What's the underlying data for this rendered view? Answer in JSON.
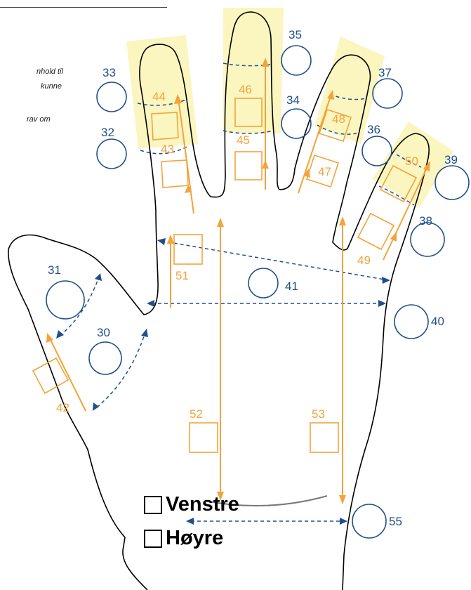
{
  "notes": [
    "nhold til",
    "kunne",
    "rav om"
  ],
  "options": [
    {
      "id": "venstre",
      "label": "Venstre",
      "checked": false
    },
    {
      "id": "hoyre",
      "label": "Høyre",
      "checked": false
    }
  ],
  "colors": {
    "outline": "#000000",
    "highlight": "#fbf5c0",
    "blue": "#1f4e8c",
    "orange": "#f3a33a",
    "wrist_line": "#777777"
  },
  "circle_points": [
    "30",
    "31",
    "32",
    "33",
    "34",
    "35",
    "36",
    "37",
    "38",
    "39",
    "40",
    "41",
    "55"
  ],
  "square_points": [
    "42",
    "43",
    "44",
    "45",
    "46",
    "47",
    "48",
    "49",
    "50",
    "51",
    "52",
    "53"
  ]
}
